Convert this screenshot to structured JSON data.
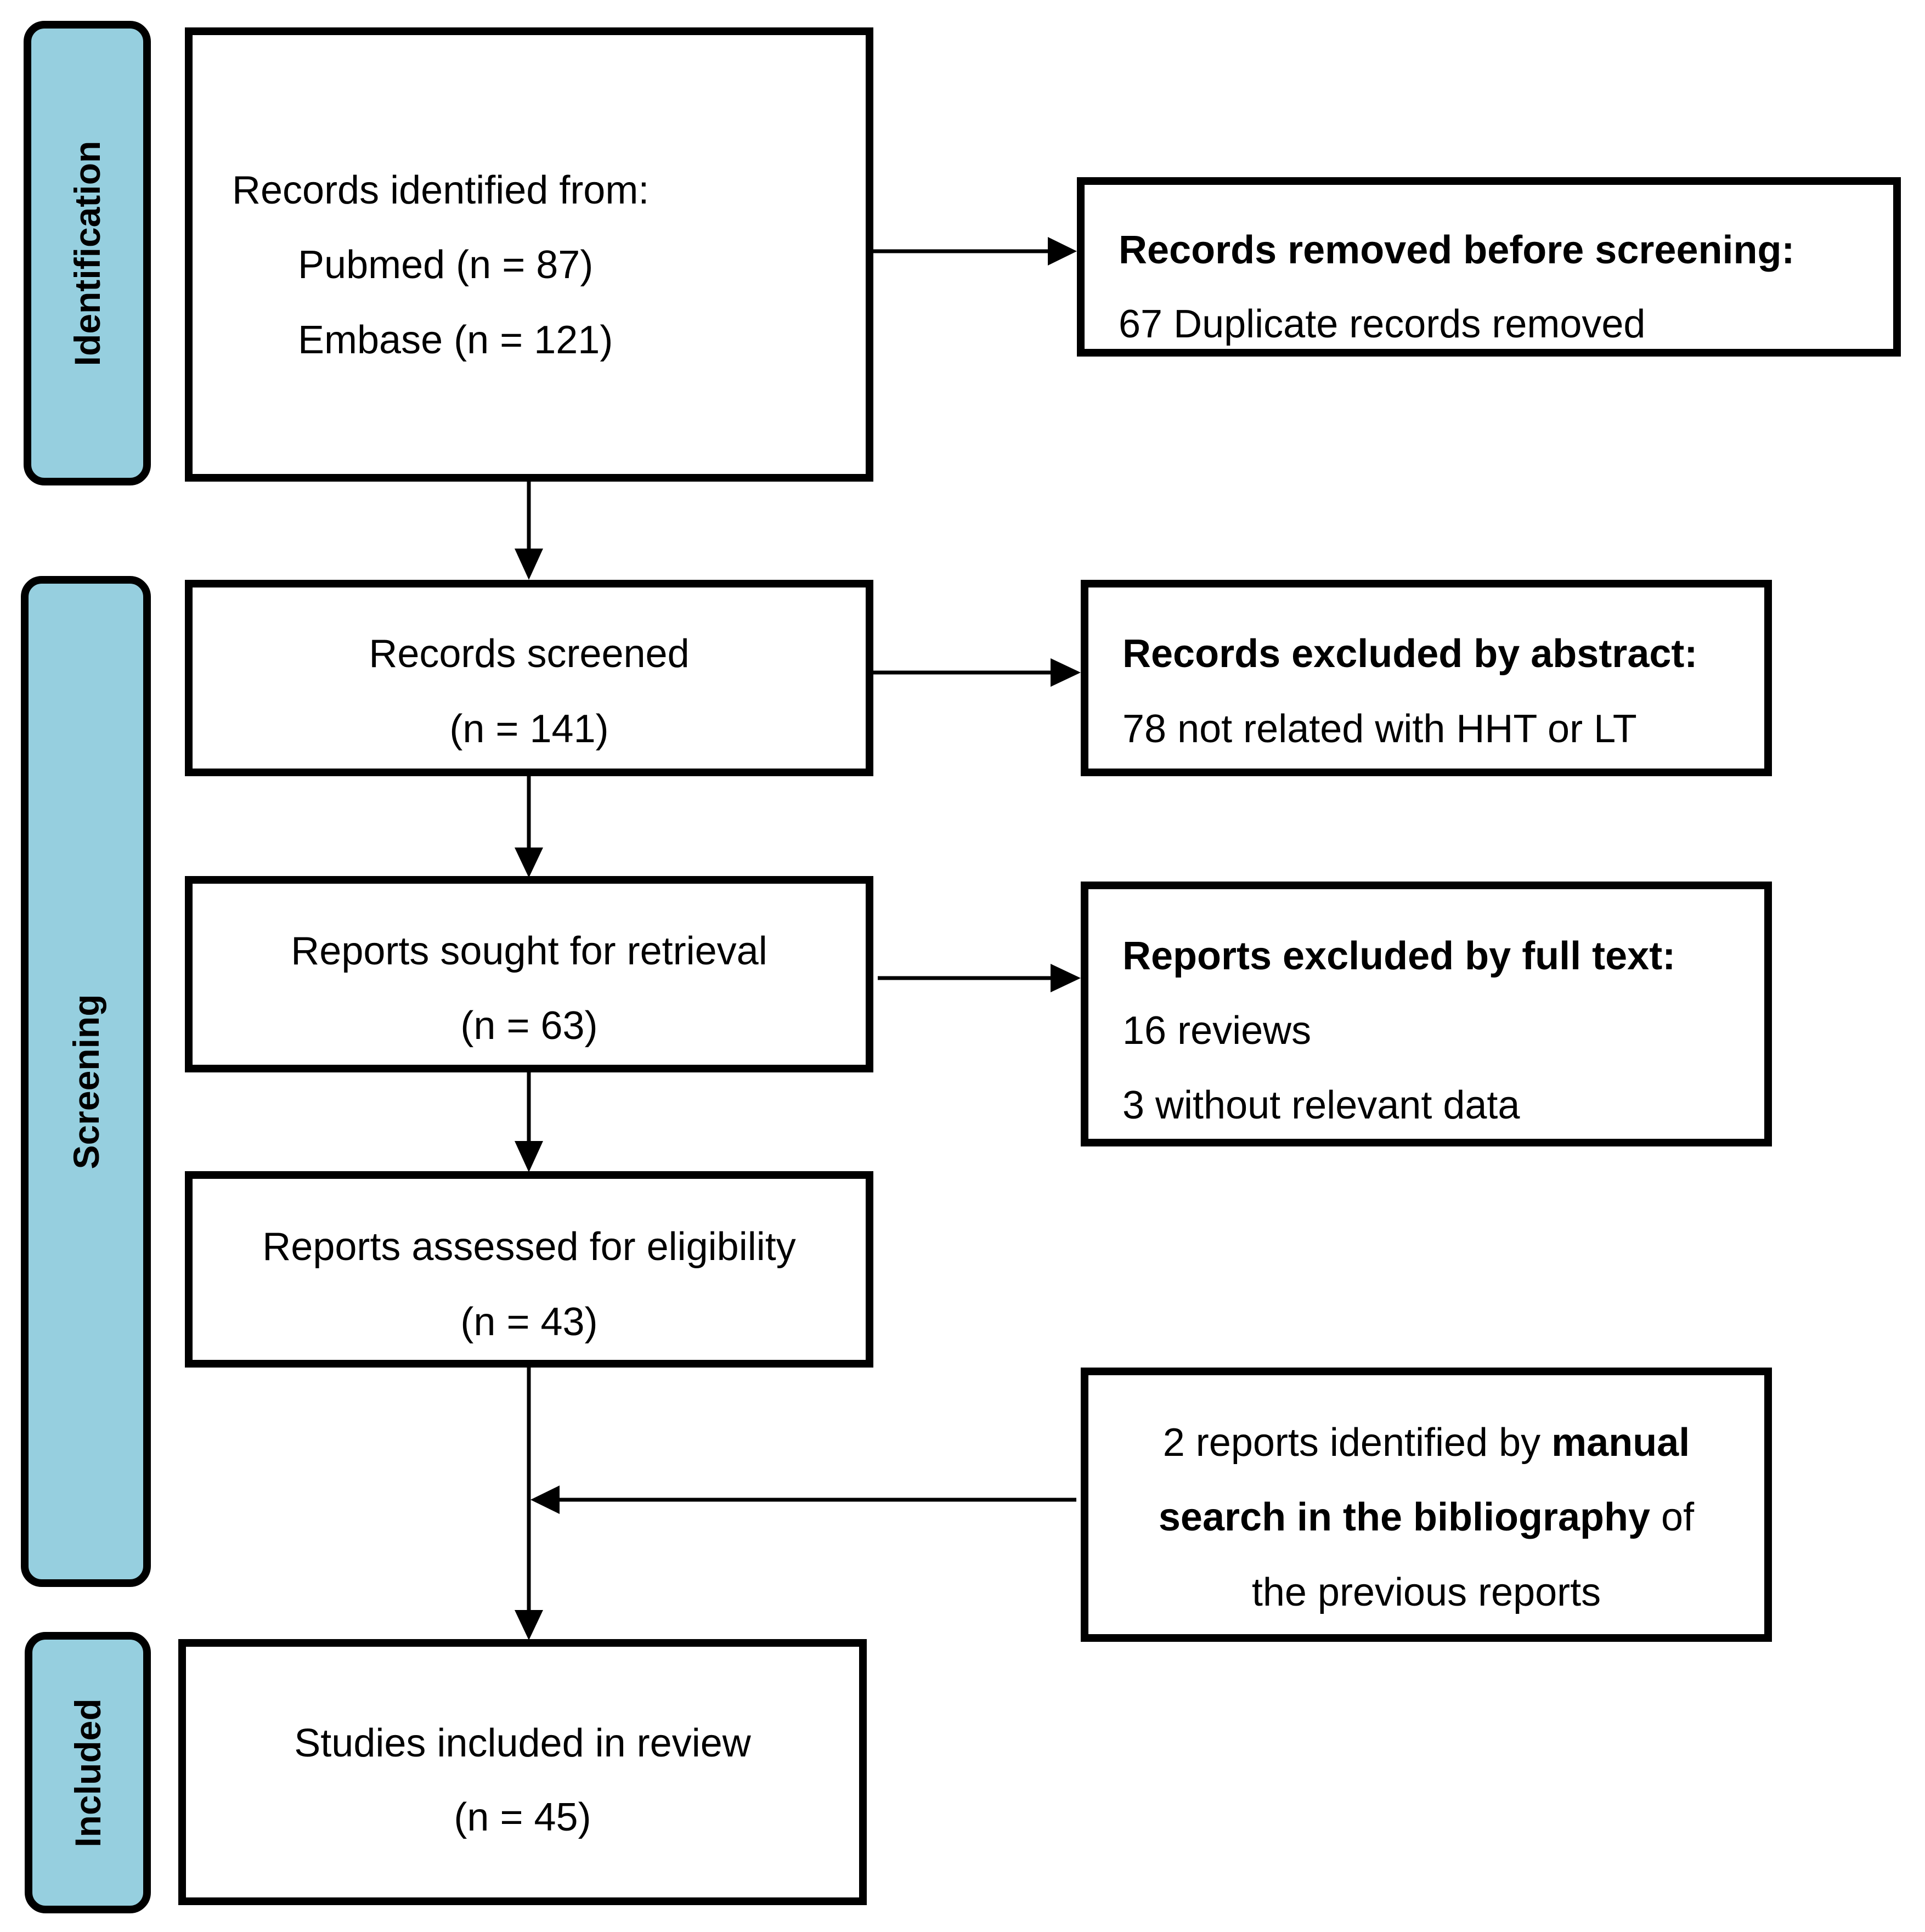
{
  "phases": {
    "identification": "Identification",
    "screening": "Screening",
    "included": "Included"
  },
  "identified": {
    "title": "Records identified from:",
    "pubmed": "Pubmed (n = 87)",
    "embase": "Embase (n = 121)"
  },
  "removed": {
    "title": "Records removed before screening:",
    "line1": "67 Duplicate records removed"
  },
  "screened": {
    "title": "Records screened",
    "count": "(n = 141)"
  },
  "excluded_abstract": {
    "title": "Records excluded by abstract:",
    "line1": "78 not related with HHT or LT"
  },
  "sought": {
    "title": "Reports sought for retrieval",
    "count": "(n = 63)"
  },
  "excluded_fulltext": {
    "title": "Reports excluded by full text:",
    "line1": "16 reviews",
    "line2": "3 without relevant data"
  },
  "assessed": {
    "title": "Reports assessed for eligibility",
    "count": "(n = 43)"
  },
  "manual": {
    "line1_normal": "2 reports identified by ",
    "line1_bold": "manual",
    "line2_bold": "search in the bibliography",
    "line2_normal": " of",
    "line3": "the previous reports"
  },
  "included": {
    "title": "Studies included in review",
    "count": "(n = 45)"
  }
}
